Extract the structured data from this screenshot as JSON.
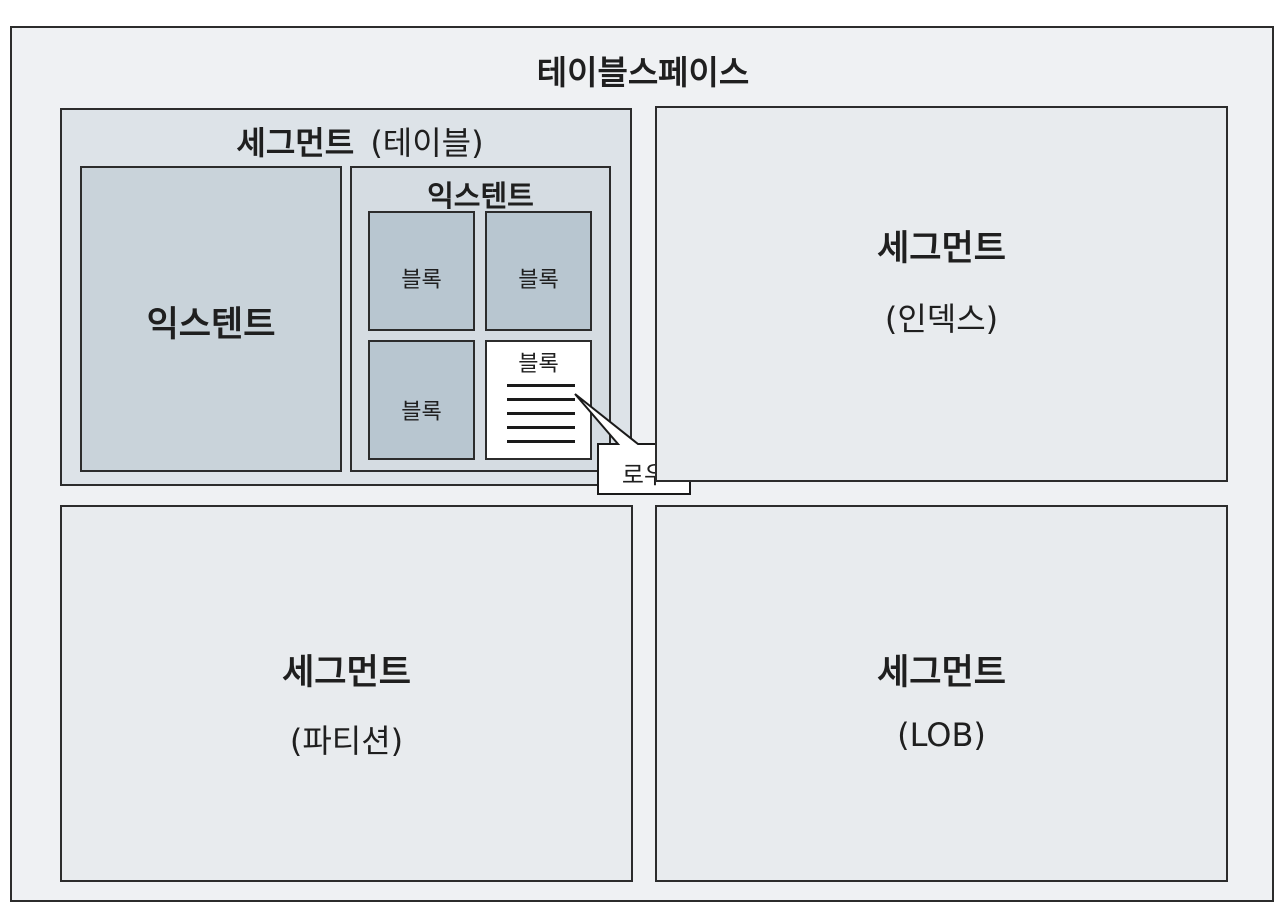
{
  "tablespace": {
    "title": "테이블스페이스"
  },
  "segment_table": {
    "title": "세그먼트",
    "kind": "(테이블)",
    "extent_left": {
      "label": "익스텐트"
    },
    "extent_right": {
      "label": "익스텐트",
      "blocks": [
        "블록",
        "블록",
        "블록",
        "블록"
      ]
    },
    "row_callout": "로우"
  },
  "segment_index": {
    "title": "세그먼트",
    "kind": "(인덱스)"
  },
  "segment_partition": {
    "title": "세그먼트",
    "kind": "(파티션)"
  },
  "segment_lob": {
    "title": "세그먼트",
    "kind": "(LOB)"
  }
}
